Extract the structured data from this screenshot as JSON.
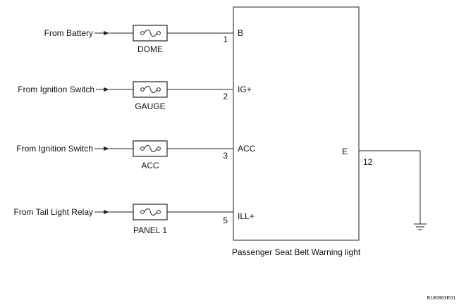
{
  "component": {
    "label": "Passenger Seat Belt Warning light"
  },
  "circuits": [
    {
      "source": "From Battery",
      "fuse": "DOME",
      "pin": "1",
      "terminal": "B"
    },
    {
      "source": "From Ignition Switch",
      "fuse": "GAUGE",
      "pin": "2",
      "terminal": "IG+"
    },
    {
      "source": "From Ignition Switch",
      "fuse": "ACC",
      "pin": "3",
      "terminal": "ACC"
    },
    {
      "source": "From Tail Light Relay",
      "fuse": "PANEL 1",
      "pin": "5",
      "terminal": "ILL+"
    }
  ],
  "ground": {
    "terminal": "E",
    "pin": "12"
  },
  "figure_code": "B180963E01",
  "icons": {
    "fuse": "fuse-icon",
    "ground": "ground-icon",
    "arrow": "arrow-right-icon"
  }
}
